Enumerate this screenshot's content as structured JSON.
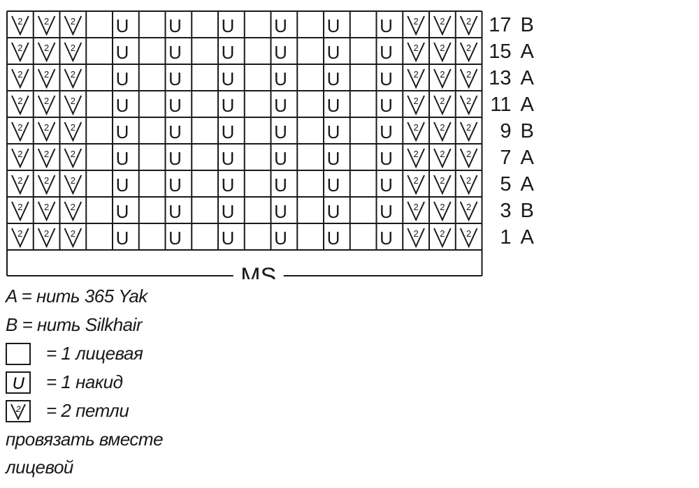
{
  "diagram": {
    "rows": [
      {
        "number": "17",
        "yarn": "B"
      },
      {
        "number": "15",
        "yarn": "A"
      },
      {
        "number": "13",
        "yarn": "A"
      },
      {
        "number": "11",
        "yarn": "A"
      },
      {
        "number": "9",
        "yarn": "B"
      },
      {
        "number": "7",
        "yarn": "A"
      },
      {
        "number": "5",
        "yarn": "A"
      },
      {
        "number": "3",
        "yarn": "B"
      },
      {
        "number": "1",
        "yarn": "A"
      }
    ],
    "row_pattern": [
      "k2tog",
      "k2tog",
      "k2tog",
      "knit",
      "yo",
      "knit",
      "yo",
      "knit",
      "yo",
      "knit",
      "yo",
      "knit",
      "yo",
      "knit",
      "yo",
      "k2tog",
      "k2tog",
      "k2tog"
    ],
    "repeat_label": "MS"
  },
  "symbols": {
    "yo_glyph": "U",
    "k2tog_digit": "2"
  },
  "legend": {
    "yarn_a": "A = нить 365 Yak",
    "yarn_b": "B = нить Silkhair",
    "knit": "= 1 лицевая",
    "yo": "= 1 накид",
    "k2tog": "= 2 петли",
    "k2tog_cont1": "провязать вместе",
    "k2tog_cont2": "лицевой"
  }
}
